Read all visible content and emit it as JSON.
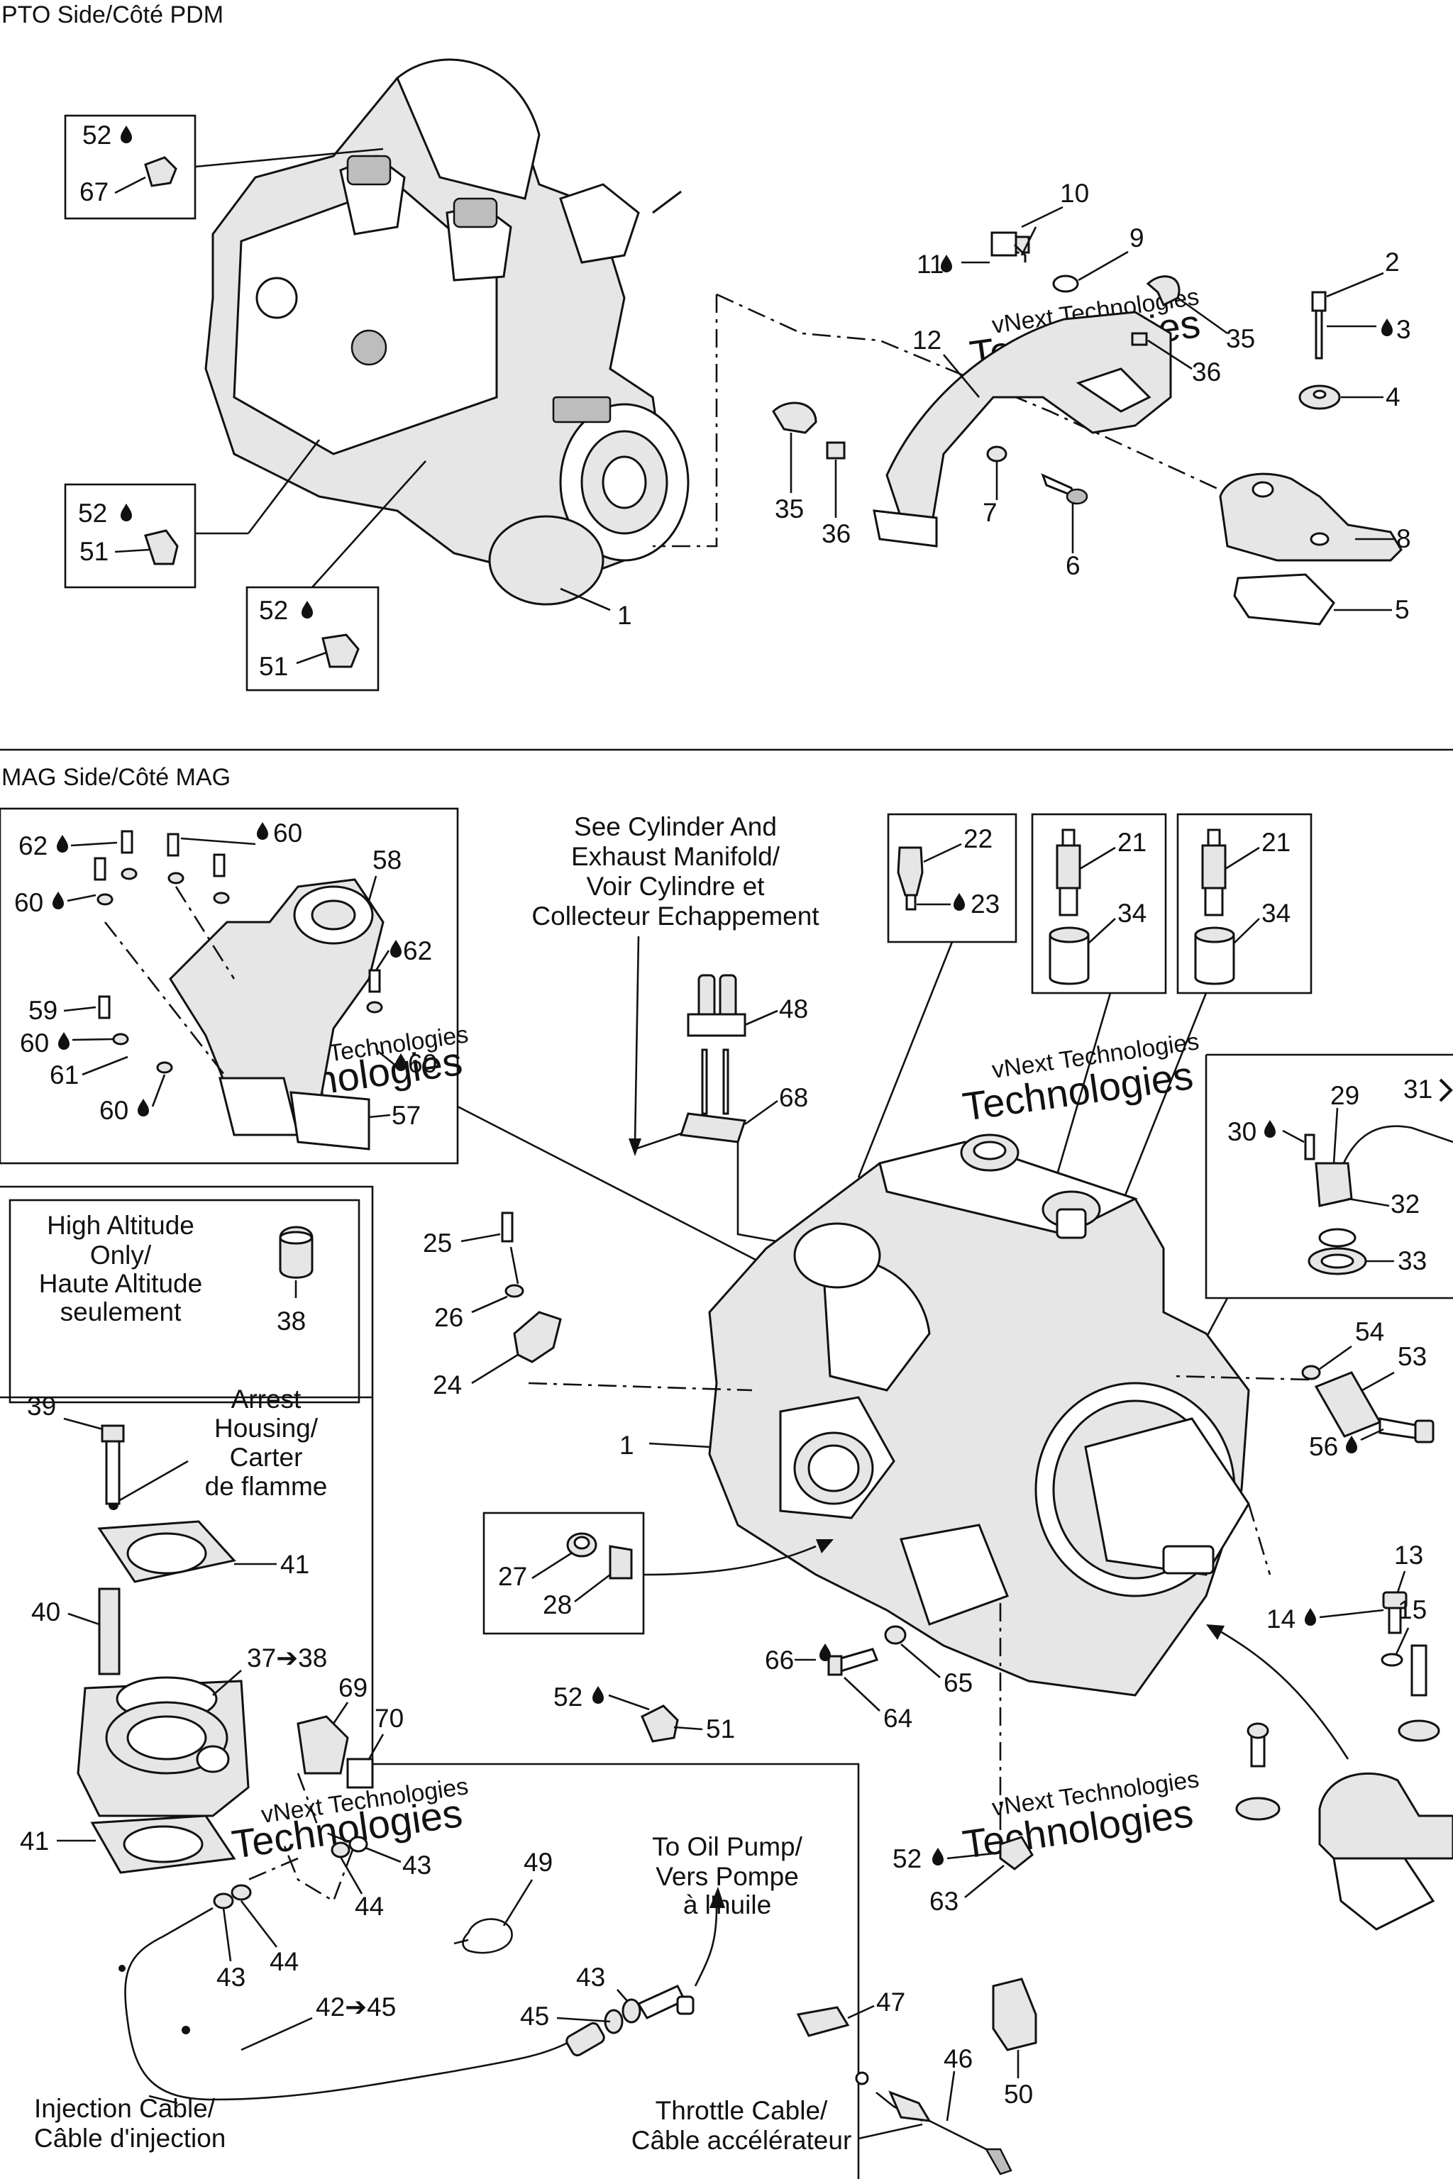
{
  "sections": {
    "pto": "PTO Side/Côté PDM",
    "mag": "MAG Side/Côté MAG"
  },
  "notes": {
    "cylinder_manifold": [
      "See Cylinder And",
      "Exhaust Manifold/",
      "Voir Cylindre et",
      "Collecteur Echappement"
    ],
    "high_altitude": [
      "High Altitude",
      "Only/",
      "Haute Altitude",
      "seulement"
    ],
    "arrest_housing": [
      "Arrest",
      "Housing/",
      "Carter",
      "de flamme"
    ],
    "oil_pump": [
      "To Oil Pump/",
      "Vers Pompe",
      "à l'huile"
    ],
    "injection_cable": [
      "Injection Cable/",
      "Câble d'injection"
    ],
    "throttle_cable": [
      "Throttle Cable/",
      "Câble accélérateur"
    ]
  },
  "watermark": {
    "line1": "vNext Technologies",
    "line2": "Technologies"
  },
  "callouts": {
    "c1": "1",
    "c2": "2",
    "c3": "3",
    "c4": "4",
    "c5": "5",
    "c6": "6",
    "c7": "7",
    "c8": "8",
    "c9": "9",
    "c10": "10",
    "c11": "11",
    "c12": "12",
    "c13": "13",
    "c14": "14",
    "c15": "15",
    "c21": "21",
    "c22": "22",
    "c23": "23",
    "c24": "24",
    "c25": "25",
    "c26": "26",
    "c27": "27",
    "c28": "28",
    "c29": "29",
    "c30": "30",
    "c31": "31",
    "c32": "32",
    "c33": "33",
    "c34": "34",
    "c35": "35",
    "c36": "36",
    "c37_38": "37➔38",
    "c38": "38",
    "c39": "39",
    "c40": "40",
    "c41": "41",
    "c42_45": "42➔45",
    "c43": "43",
    "c44": "44",
    "c45": "45",
    "c46": "46",
    "c47": "47",
    "c48": "48",
    "c49": "49",
    "c50": "50",
    "c51": "51",
    "c52": "52",
    "c53": "53",
    "c54": "54",
    "c56": "56",
    "c57": "57",
    "c58": "58",
    "c59": "59",
    "c60": "60",
    "c61": "61",
    "c62": "62",
    "c63": "63",
    "c64": "64",
    "c65": "65",
    "c66": "66",
    "c67": "67",
    "c68": "68",
    "c69": "69",
    "c70": "70"
  }
}
